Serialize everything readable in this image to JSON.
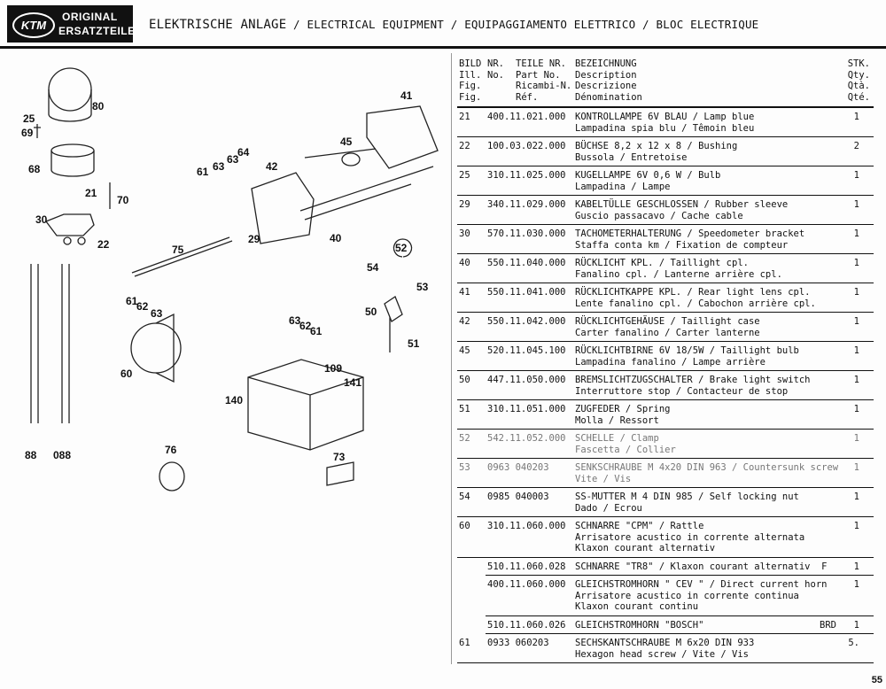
{
  "header": {
    "logo_mark": "KTM",
    "logo_line1": "ORIGINAL",
    "logo_line2": "ERSATZTEILE",
    "title_de": "ELEKTRISCHE ANLAGE",
    "title_rest": " / ELECTRICAL EQUIPMENT / EQUIPAGGIAMENTO ELETTRICO / BLOC ELECTRIQUE"
  },
  "diagram": {
    "callouts": [
      "80",
      "25",
      "69",
      "68",
      "21",
      "70",
      "30",
      "22",
      "61",
      "63",
      "64",
      "63",
      "42",
      "45",
      "41",
      "29",
      "40",
      "75",
      "52",
      "54",
      "53",
      "50",
      "51",
      "61",
      "62",
      "63",
      "63",
      "62",
      "61",
      "60",
      "109",
      "141",
      "140",
      "88",
      "088",
      "76",
      "73"
    ]
  },
  "table": {
    "header": {
      "fig": "BILD\nIll.\nFig.\nFig.",
      "nr": "NR.\nNo.",
      "part": "TEILE NR.\nPart No.\nRicambi-N.\nRéf.",
      "desc": "BEZEICHNUNG\nDescription\nDescrizione\nDénomination",
      "qty": "STK.\nQty.\nQtà.\nQté."
    },
    "rows": [
      {
        "fig": "21",
        "part": "400.11.021.000",
        "desc": "KONTROLLAMPE 6V BLAU / Lamp blue\nLampadina spia blu / Têmoin bleu",
        "qty": "1"
      },
      {
        "fig": "22",
        "part": "100.03.022.000",
        "desc": "BÜCHSE 8,2 x 12 x 8 / Bushing\nBussola / Entretoise",
        "qty": "2"
      },
      {
        "fig": "25",
        "part": "310.11.025.000",
        "desc": "KUGELLAMPE 6V 0,6 W / Bulb\nLampadina / Lampe",
        "qty": "1"
      },
      {
        "fig": "29",
        "part": "340.11.029.000",
        "desc": "KABELTÜLLE GESCHLOSSEN / Rubber sleeve\nGuscio passacavo / Cache cable",
        "qty": "1"
      },
      {
        "fig": "30",
        "part": "570.11.030.000",
        "desc": "TACHOMETERHALTERUNG / Speedometer bracket\nStaffa conta km / Fixation de compteur",
        "qty": "1"
      },
      {
        "fig": "40",
        "part": "550.11.040.000",
        "desc": "RÜCKLICHT KPL. / Taillight cpl.\nFanalino cpl. / Lanterne arrière cpl.",
        "qty": "1"
      },
      {
        "fig": "41",
        "part": "550.11.041.000",
        "desc": "RÜCKLICHTKAPPE KPL. / Rear light lens cpl.\nLente fanalino cpl. / Cabochon arrière cpl.",
        "qty": "1"
      },
      {
        "fig": "42",
        "part": "550.11.042.000",
        "desc": "RÜCKLICHTGEHÄUSE / Taillight case\nCarter fanalino / Carter lanterne",
        "qty": "1"
      },
      {
        "fig": "45",
        "part": "520.11.045.100",
        "desc": "RÜCKLICHTBIRNE 6V 18/5W / Taillight bulb\nLampadina fanalino / Lampe arrière",
        "qty": "1"
      },
      {
        "fig": "50",
        "part": "447.11.050.000",
        "desc": "BREMSLICHTZUGSCHALTER / Brake light switch\nInterruttore stop / Contacteur de stop",
        "qty": "1"
      },
      {
        "fig": "51",
        "part": "310.11.051.000",
        "desc": "ZUGFEDER / Spring\nMolla / Ressort",
        "qty": "1"
      },
      {
        "fig": "52",
        "part": "542.11.052.000",
        "desc": "SCHELLE / Clamp\nFascetta / Collier",
        "qty": "1",
        "light": true
      },
      {
        "fig": "53",
        "part": "0963 040203",
        "desc": "SENKSCHRAUBE M 4x20 DIN 963 / Countersunk screw\nVite / Vis",
        "qty": "1",
        "light": true
      },
      {
        "fig": "54",
        "part": "0985 040003",
        "desc": "SS-MUTTER M 4 DIN 985 / Self locking nut\nDado / Ecrou",
        "qty": "1"
      },
      {
        "fig": "60",
        "part": "310.11.060.000",
        "desc": "SCHNARRE \"CPM\" / Rattle\nArrisatore acustico in corrente alternata\nKlaxon courant alternativ",
        "qty": "1"
      },
      {
        "fig": "",
        "part": "510.11.060.028",
        "desc": "SCHNARRE \"TR8\" / Klaxon courant alternativ  F",
        "qty": "1",
        "sub": true
      },
      {
        "fig": "",
        "part": "400.11.060.000",
        "desc": "GLEICHSTROMHORN \" CEV \" / Direct current horn\nArrisatore acustico in corrente continua\nKlaxon courant continu",
        "qty": "1",
        "sub": true
      },
      {
        "fig": "",
        "part": "510.11.060.026",
        "desc": "GLEICHSTROMHORN \"BOSCH\"",
        "qty": "1",
        "brd": "BRD",
        "sub": true
      },
      {
        "fig": "61",
        "part": "0933 060203",
        "desc": "SECHSKANTSCHRAUBE M 6x20 DIN 933\nHexagon head screw / Vite / Vis",
        "qty": "5."
      }
    ]
  },
  "page_number": "55",
  "colors": {
    "ink": "#111111",
    "paper": "#fdfdfd",
    "logo_bg": "#111111"
  }
}
